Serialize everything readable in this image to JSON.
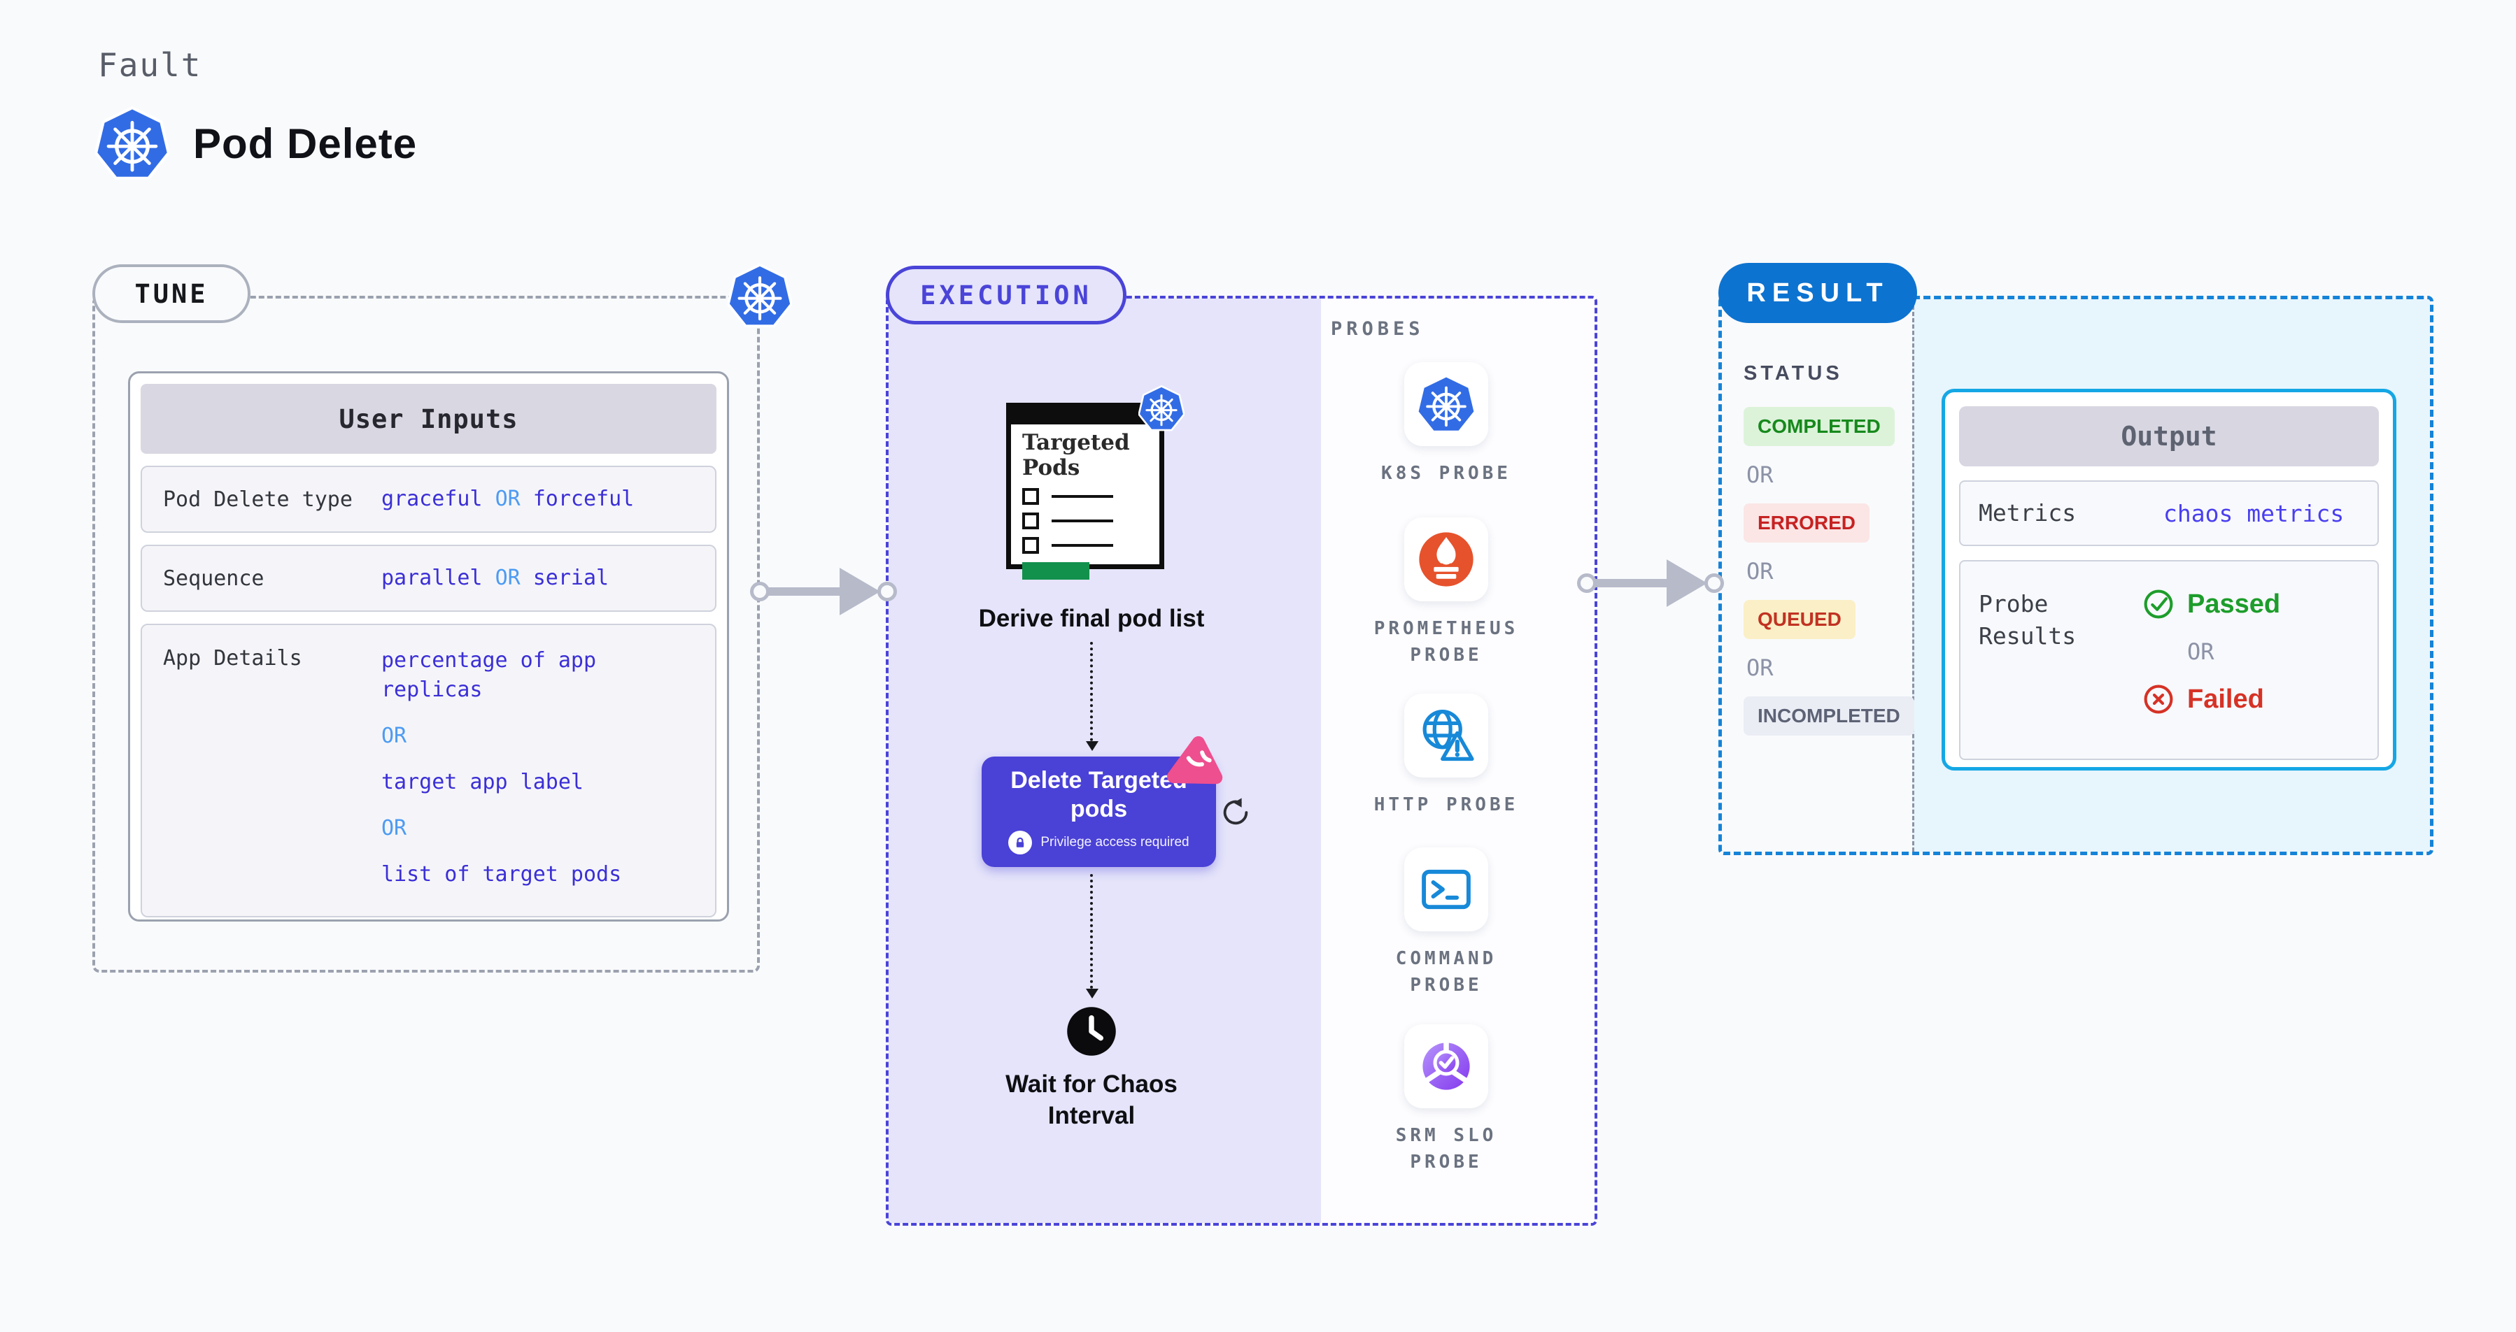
{
  "header": {
    "eyebrow": "Fault",
    "title": "Pod Delete"
  },
  "tune": {
    "pill": "TUNE",
    "card_header": "User Inputs",
    "row1": {
      "label": "Pod Delete type",
      "a": "graceful",
      "or": "OR",
      "b": "forceful"
    },
    "row2": {
      "label": "Sequence",
      "a": "parallel",
      "or": "OR",
      "b": "serial"
    },
    "row3": {
      "label": "App Details",
      "v1": "percentage of app replicas",
      "or1": "OR",
      "v2": "target app label",
      "or2": "OR",
      "v3": "list of target pods"
    }
  },
  "execution": {
    "pill": "EXECUTION",
    "probes_title": "PROBES",
    "pod_window": {
      "line1": "Targeted",
      "line2": "Pods"
    },
    "step1_caption": "Derive final pod list",
    "delete_button": {
      "line1": "Delete Targeted",
      "line2": "pods",
      "privilege": "Privilege access required"
    },
    "wait_caption_line1": "Wait for Chaos",
    "wait_caption_line2": "Interval",
    "probes": [
      {
        "label": "K8S PROBE"
      },
      {
        "label": "PROMETHEUS PROBE"
      },
      {
        "label": "HTTP PROBE"
      },
      {
        "label": "COMMAND PROBE"
      },
      {
        "label": "SRM SLO PROBE"
      }
    ]
  },
  "result": {
    "pill": "RESULT",
    "status_title": "STATUS",
    "status": {
      "s1": "COMPLETED",
      "or1": "OR",
      "s2": "ERRORED",
      "or2": "OR",
      "s3": "QUEUED",
      "or3": "OR",
      "s4": "INCOMPLETED"
    },
    "output": {
      "header": "Output",
      "metrics_label": "Metrics",
      "metrics_value": "chaos metrics",
      "probe_results_label": "Probe Results",
      "passed": "Passed",
      "or": "OR",
      "failed": "Failed"
    }
  },
  "colors": {
    "accent_indigo": "#4a44d8",
    "value_indigo": "#3b2fd6",
    "or_blue": "#4d9bf2",
    "result_blue": "#0d73d0",
    "output_cyan": "#15a7e5",
    "k8s_blue": "#326ce5",
    "prometheus_orange": "#e6522c",
    "litmus_pink": "#ee4f8e",
    "passed_green": "#1d9d2b",
    "failed_red": "#d63226",
    "completed_green": "#17891c",
    "errored_red": "#c62222",
    "queued_text_red": "#c13222",
    "incompleted_gray": "#5d6375",
    "green_bar": "#12914c"
  }
}
